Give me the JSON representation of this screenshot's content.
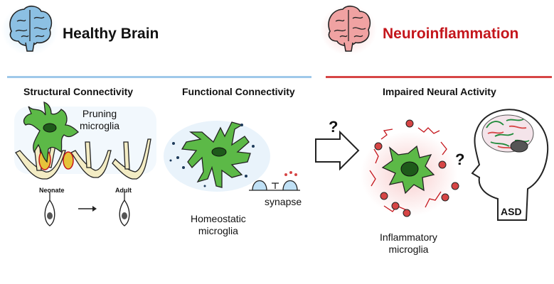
{
  "healthy": {
    "title": "Healthy Brain",
    "structural_heading": "Structural Connectivity",
    "functional_heading": "Functional Connectivity",
    "pruning_label_line1": "Pruning",
    "pruning_label_line2": "microglia",
    "neonate_label": "Neonate",
    "adult_label": "Adult",
    "homeostatic_label_line1": "Homeostatic",
    "homeostatic_label_line2": "microglia",
    "synapse_label": "synapse"
  },
  "neuro": {
    "title": "Neuroinflammation",
    "impaired_heading": "Impaired Neural Activity",
    "inflammatory_label_line1": "Inflammatory",
    "inflammatory_label_line2": "microglia",
    "asd_label": "ASD",
    "question_mark_1": "?",
    "question_mark_2": "?"
  },
  "colors": {
    "healthy_brain": "#7fb6dc",
    "inflamed_brain": "#f2a0a0",
    "microglia_green": "#5cb947",
    "healthy_divider": "#9fc9ea",
    "inflamed_divider": "#d64545",
    "title_red": "#c4161c",
    "glow_blue": "#cde6f7",
    "glow_red": "#f7d0d0"
  }
}
